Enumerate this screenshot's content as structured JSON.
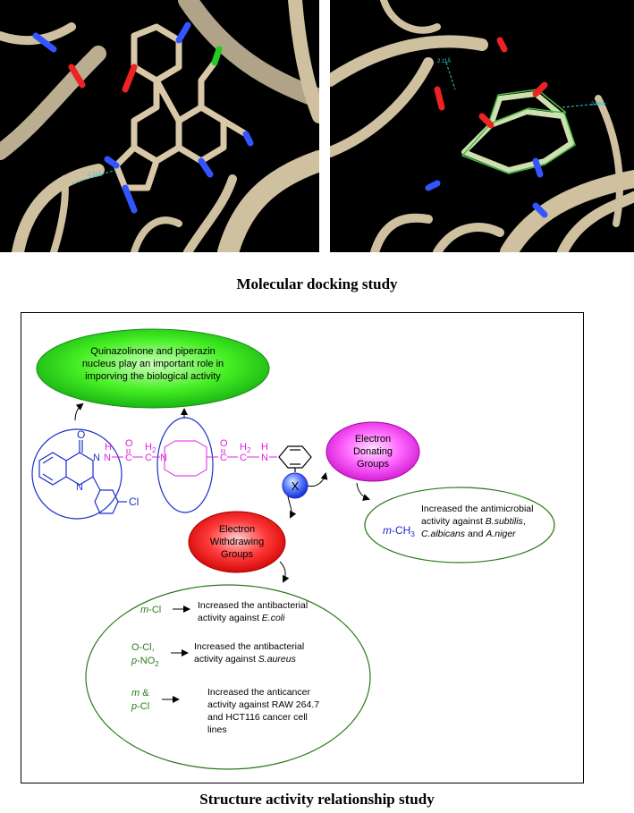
{
  "docking": {
    "caption": "Molecular docking study",
    "left_distance_label": "2.71Å",
    "right_distance_label_1": "2.11Å",
    "right_distance_label_2": "2.09Å"
  },
  "sar": {
    "caption": "Structure activity relationship study",
    "green_ellipse": {
      "line1": "Quinazolinone and piperazin",
      "line2": "nucleus play an important role in",
      "line3": "imporving the biological activity"
    },
    "donating": {
      "line1": "Electron",
      "line2": "Donating",
      "line3": "Groups"
    },
    "withdrawing": {
      "line1": "Electron",
      "line2": "Withdrawing",
      "line3": "Groups"
    },
    "x_label": "X",
    "cl_label": "Cl",
    "linker": {
      "o1": "O",
      "o2": "O",
      "h1": "H",
      "h2": "H",
      "n1": "N",
      "n2": "N",
      "n3": "N",
      "c1": "C",
      "c2": "C",
      "h2a": "H",
      "h2b": "H",
      "sub2": "2"
    },
    "donating_result": {
      "substituent": "m-CH3",
      "line1": "Increased the antimicrobial",
      "line2_prefix": "activity against ",
      "line2_italic": "B.subtilis",
      "line2_suffix": ",",
      "line3_italic_a": "C.albicans",
      "line3_mid": " and ",
      "line3_italic_b": "A.niger"
    },
    "withdrawing_results": [
      {
        "sub_line1": "m-Cl",
        "text1": "Increased the antibacterial",
        "text2_prefix": "activity against ",
        "text2_italic": "E.coli"
      },
      {
        "sub_line1": "O-Cl,",
        "sub_line2": "p-NO2",
        "text1": "Increased the antibacterial",
        "text2_prefix": "activity against ",
        "text2_italic": "S.aureus"
      },
      {
        "sub_line1": "m &",
        "sub_line2": "p-Cl",
        "text1": "Increased the anticancer",
        "text2": "activity against RAW 264.7",
        "text3": "and HCT116 cancer cell",
        "text4": "lines"
      }
    ]
  },
  "colors": {
    "protein": "#d8c8a8",
    "background_dark": "#000000",
    "green_ellipse": "#33dd22",
    "magenta_ellipse": "#ee33ee",
    "red_ellipse": "#ee2222",
    "blue_struct": "#1a2fcc",
    "magenta_linker": "#e020e0",
    "green_text": "#2a7a1a",
    "ellipse_outline_green": "#2a7a1a"
  }
}
